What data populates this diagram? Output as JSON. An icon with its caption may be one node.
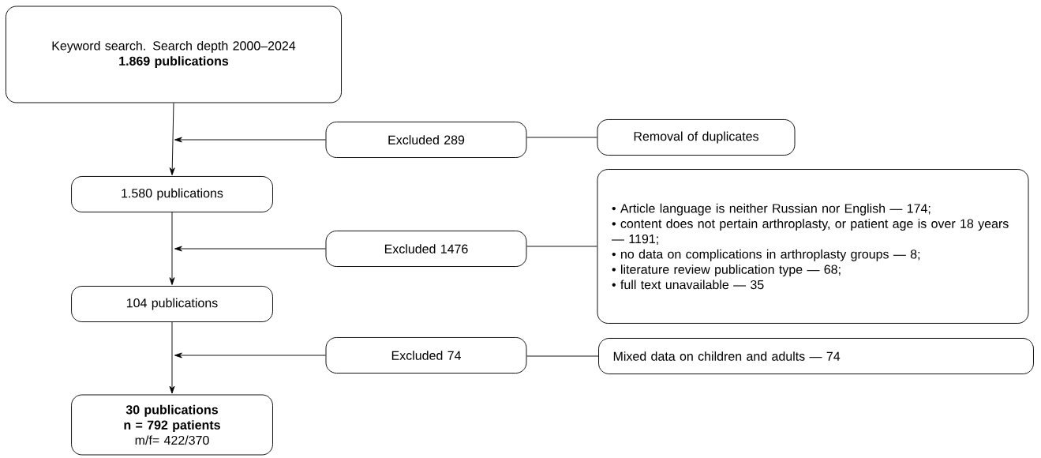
{
  "diagram": {
    "nodes": [
      {
        "text": [
          "Keyword search. Search depth 2000–2024",
          "1.869 publications"
        ]
      },
      {
        "text": [
          "Excluded 289"
        ]
      },
      {
        "text": [
          "Removal of duplicates"
        ]
      },
      {
        "text": [
          "1.580 publications"
        ]
      },
      {
        "text": [
          "Excluded 1476"
        ]
      },
      {
        "text": [
          "• Article language is neither Russian nor English — 174;",
          "• content does not pertain arthroplasty, or patient age is over 18 years — 1191;",
          "• no data on complications in arthroplasty groups — 8;",
          "• literature review publication type — 68;",
          "• full text unavailable — 35"
        ]
      },
      {
        "text": [
          "104 publications"
        ]
      },
      {
        "text": [
          "Excluded 74"
        ]
      },
      {
        "text": [
          "Mixed data on children and adults — 74"
        ]
      },
      {
        "text": [
          "30 publications n = 792 patients",
          "m/f= 422/370"
        ]
      }
    ],
    "edges": [
      {
        "from": 0,
        "to": 3,
        "arrow": "to"
      },
      {
        "from": 1,
        "to": null,
        "arrow": "to"
      },
      {
        "from": 2,
        "to": 1,
        "arrow": "none"
      },
      {
        "from": 3,
        "to": 6,
        "arrow": "to"
      },
      {
        "from": 4,
        "to": null,
        "arrow": "to"
      },
      {
        "from": 5,
        "to": 4,
        "arrow": "none"
      },
      {
        "from": 6,
        "to": 9,
        "arrow": "to"
      },
      {
        "from": 7,
        "to": null,
        "arrow": "to"
      },
      {
        "from": 8,
        "to": 7,
        "arrow": "none"
      }
    ]
  }
}
